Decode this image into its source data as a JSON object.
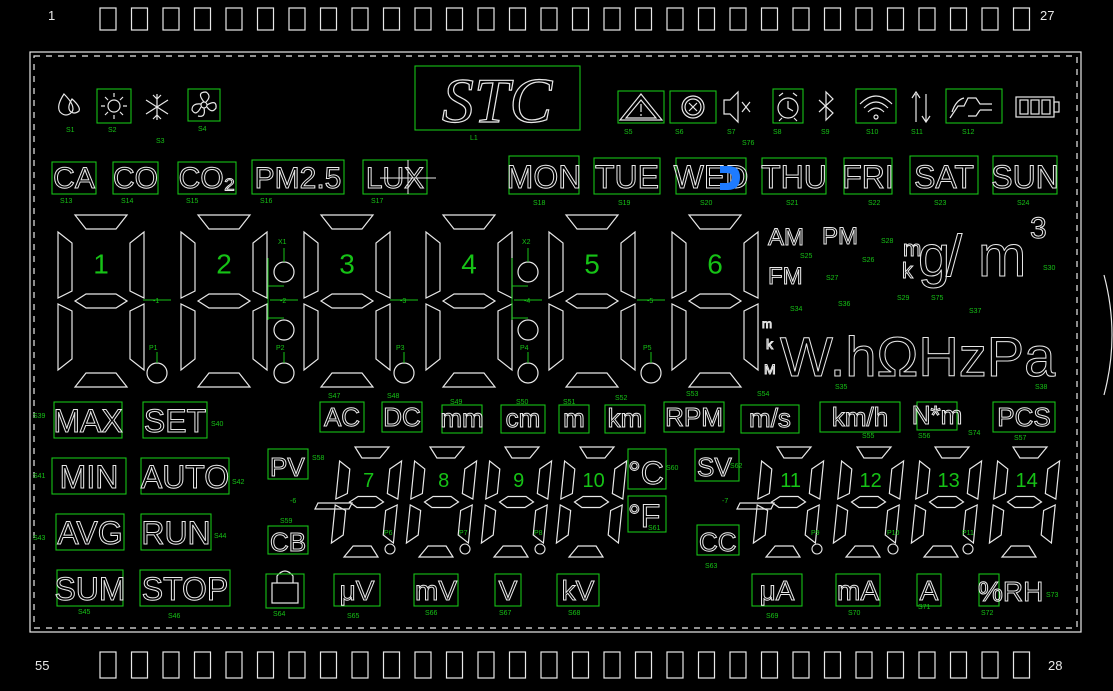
{
  "corner_numbers": {
    "top_left": "1",
    "top_right": "27",
    "bottom_left": "55",
    "bottom_right": "28"
  },
  "logo": {
    "text": "STC",
    "tag": "L1"
  },
  "status_icons": [
    {
      "icon": "water-drop-icon",
      "tag": "S1"
    },
    {
      "icon": "sun-icon",
      "tag": "S2"
    },
    {
      "icon": "snowflake-icon",
      "tag": "S3"
    },
    {
      "icon": "fan-icon",
      "tag": "S4"
    },
    {
      "icon": "warning-icon",
      "tag": "S5"
    },
    {
      "icon": "cancel-circle-icon",
      "tag": "S6"
    },
    {
      "icon": "speaker-mute-icon",
      "tag": "S7"
    },
    {
      "icon": "alarm-clock-icon",
      "tag": "S8"
    },
    {
      "icon": "bluetooth-icon",
      "tag": "S9"
    },
    {
      "icon": "wifi-icon",
      "tag": "S10"
    },
    {
      "icon": "updown-arrows-icon",
      "tag": "S11"
    },
    {
      "icon": "plug-icon",
      "tag": "S12"
    },
    {
      "icon": "battery-icon",
      "tag": ""
    }
  ],
  "tag_s76": "S76",
  "gas_labels": [
    {
      "text": "CA",
      "tag": "S13"
    },
    {
      "text": "CO",
      "tag": "S14"
    },
    {
      "text": "CO₂",
      "tag": "S15"
    },
    {
      "text": "PM2.5",
      "tag": "S16"
    },
    {
      "text": "LUX",
      "tag": "S17"
    }
  ],
  "weekdays": [
    {
      "text": "MON",
      "tag": "S18"
    },
    {
      "text": "TUE",
      "tag": "S19"
    },
    {
      "text": "WED",
      "tag": "S20"
    },
    {
      "text": "THU",
      "tag": "S21"
    },
    {
      "text": "FRI",
      "tag": "S22"
    },
    {
      "text": "SAT",
      "tag": "S23"
    },
    {
      "text": "SUN",
      "tag": "S24"
    }
  ],
  "main_digits": [
    "1",
    "2",
    "3",
    "4",
    "5",
    "6"
  ],
  "main_decimal_tags": [
    "-1",
    "-2",
    "-3",
    "-4",
    "-5"
  ],
  "main_point_tags": [
    "P1",
    "P2",
    "P3",
    "P4",
    "P5"
  ],
  "colon_tags": [
    "X1",
    "X2"
  ],
  "time_labels": {
    "am": "AM",
    "pm": "PM",
    "fm": "FM",
    "am_tag": "S25",
    "pm_tag": "S26",
    "fm_tag": "S27"
  },
  "unit_upper": {
    "m": "m",
    "k": "k",
    "g": "g",
    "slash": "/",
    "m3": "m",
    "three": "3",
    "tags": [
      "S28",
      "S29",
      "S75",
      "S30"
    ]
  },
  "unit_lower": {
    "prefix_m": "m",
    "prefix_k": "k",
    "prefix_M": "M",
    "text": "W.hΩHzPa",
    "tags": [
      "S34",
      "S36",
      "S37",
      "S35",
      "S38"
    ]
  },
  "left_labels": [
    {
      "text": "MAX",
      "tag": "S39"
    },
    {
      "text": "SET",
      "tag": "S40"
    },
    {
      "text": "MIN",
      "tag": "S41"
    },
    {
      "text": "AUTO",
      "tag": "S42"
    },
    {
      "text": "AVG",
      "tag": "S43"
    },
    {
      "text": "RUN",
      "tag": "S44"
    },
    {
      "text": "SUM",
      "tag": "S45"
    },
    {
      "text": "STOP",
      "tag": "S46"
    }
  ],
  "mid_units": [
    {
      "text": "AC",
      "tag": "S47"
    },
    {
      "text": "DC",
      "tag": "S48"
    },
    {
      "text": "mm",
      "tag": "S49"
    },
    {
      "text": "cm",
      "tag": "S50"
    },
    {
      "text": "m",
      "tag": "S51"
    },
    {
      "text": "km",
      "tag": "S52"
    },
    {
      "text": "RPM",
      "tag": "S53"
    },
    {
      "text": "m/s",
      "tag": "S54"
    },
    {
      "text": "km/h",
      "tag": "S55"
    },
    {
      "text": "N*m",
      "tag": "S56"
    },
    {
      "text": "PCS",
      "tag": "S57"
    }
  ],
  "tag_s74": "S74",
  "pv": {
    "text": "PV",
    "tag": "S58"
  },
  "cb": {
    "text": "CB",
    "tag": "S59"
  },
  "celsius": {
    "text": "°C",
    "tag": "S60"
  },
  "fahrenheit": {
    "text": "°F",
    "tag": "S61"
  },
  "sv": {
    "text": "SV",
    "tag": "S62"
  },
  "cc": {
    "text": "CC",
    "tag": "S63"
  },
  "lower_left_digits": [
    "7",
    "8",
    "9",
    "10"
  ],
  "lower_right_digits": [
    "11",
    "12",
    "13",
    "14"
  ],
  "lower_decimal_tags": [
    "-6",
    "-7"
  ],
  "lower_point_tags": [
    "P6",
    "P7",
    "P8",
    "P9",
    "P10",
    "P11"
  ],
  "bottom_units": [
    {
      "text": "",
      "tag": "S64"
    },
    {
      "text": "μV",
      "tag": "S65"
    },
    {
      "text": "mV",
      "tag": "S66"
    },
    {
      "text": "V",
      "tag": "S67"
    },
    {
      "text": "kV",
      "tag": "S68"
    },
    {
      "text": "μA",
      "tag": "S69"
    },
    {
      "text": "mA",
      "tag": "S70"
    },
    {
      "text": "A",
      "tag": "S71"
    },
    {
      "text": "%RH",
      "tag": "S72"
    }
  ],
  "tag_s73": "S73",
  "colors": {
    "segment": "#e8e8e8",
    "outline": "#16c216",
    "highlight": "#1e7bff",
    "background": "#000000"
  }
}
